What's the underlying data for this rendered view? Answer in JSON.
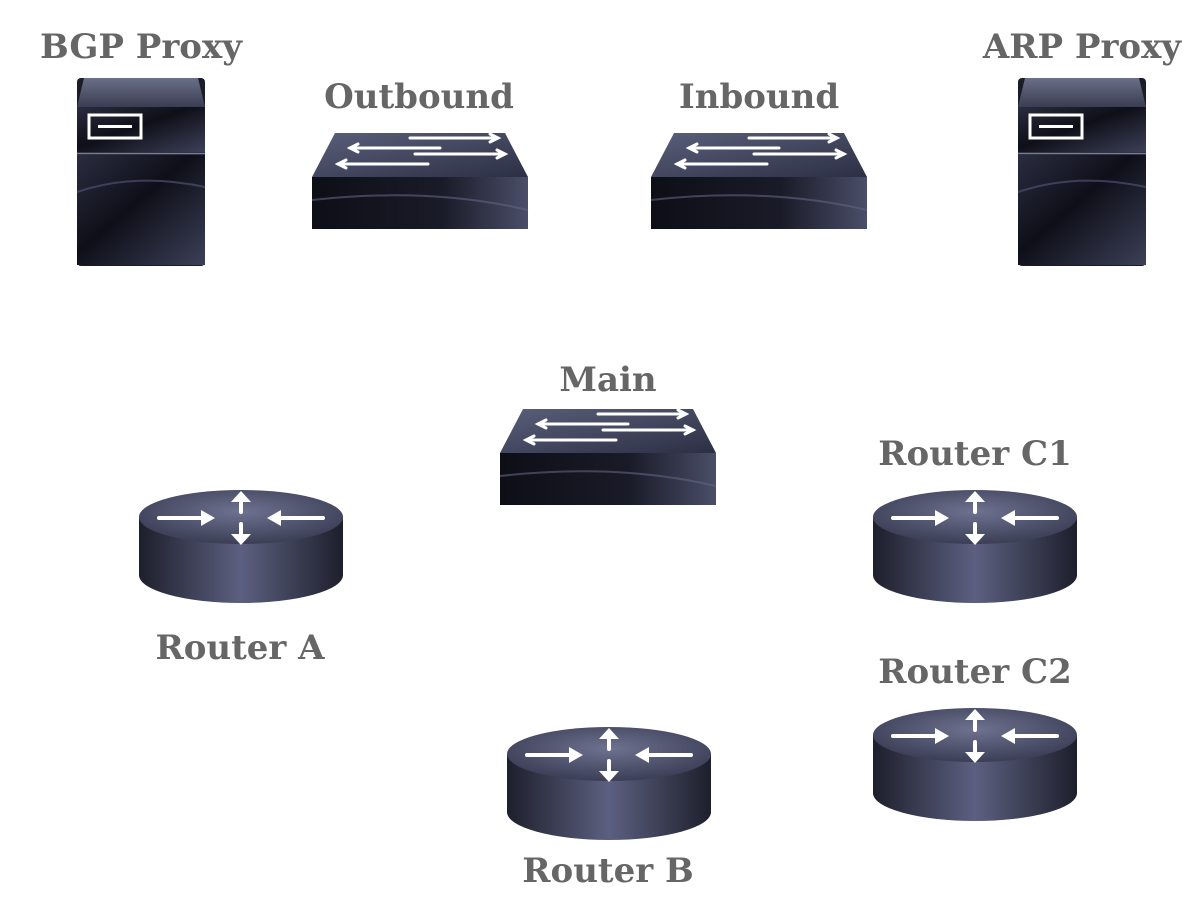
{
  "diagram": {
    "devices": [
      {
        "id": "bgp-proxy",
        "type": "server",
        "label": "BGP Proxy"
      },
      {
        "id": "outbound",
        "type": "switch",
        "label": "Outbound"
      },
      {
        "id": "inbound",
        "type": "switch",
        "label": "Inbound"
      },
      {
        "id": "arp-proxy",
        "type": "server",
        "label": "ARP Proxy"
      },
      {
        "id": "main",
        "type": "switch",
        "label": "Main"
      },
      {
        "id": "router-a",
        "type": "router",
        "label": "Router A"
      },
      {
        "id": "router-b",
        "type": "router",
        "label": "Router B"
      },
      {
        "id": "router-c1",
        "type": "router",
        "label": "Router C1"
      },
      {
        "id": "router-c2",
        "type": "router",
        "label": "Router C2"
      }
    ]
  }
}
